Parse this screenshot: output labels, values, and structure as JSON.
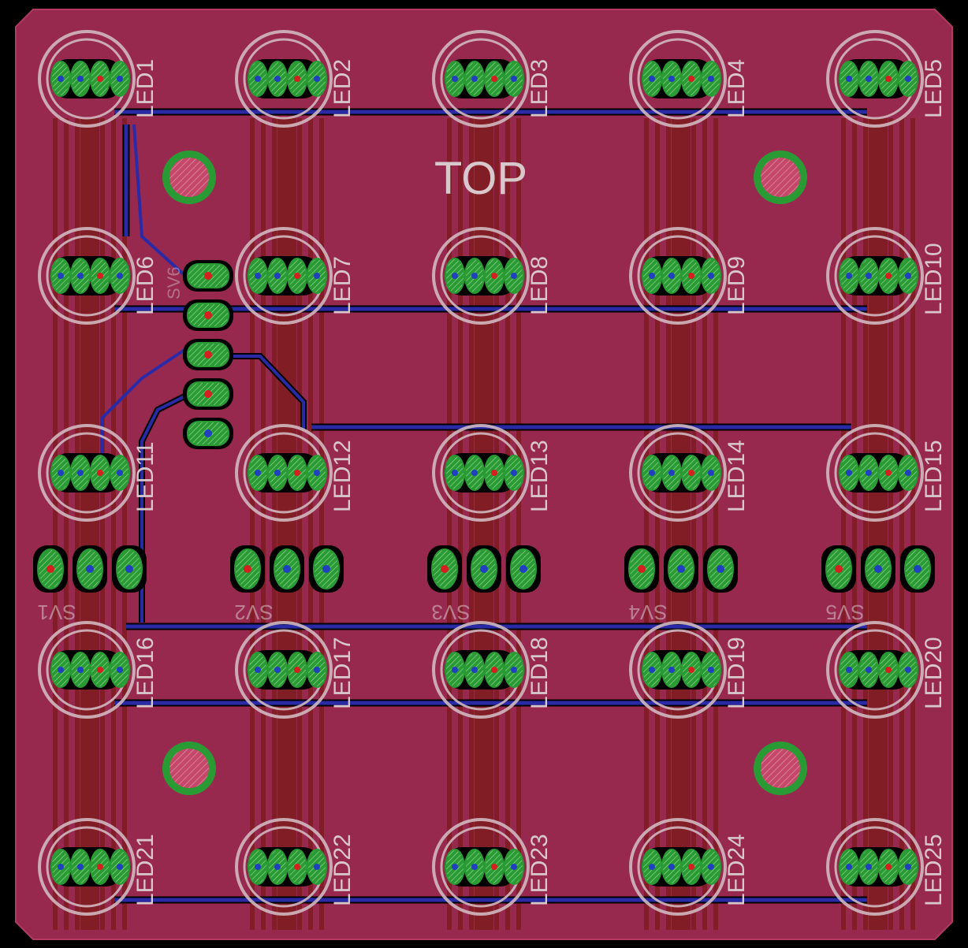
{
  "board": {
    "title": "TOP",
    "colors": {
      "background": "#000000",
      "board_fill": "#97294e",
      "bottom_copper": "#7d1b1f",
      "top_copper": "#2a2aa6",
      "pad": "#2a9a34",
      "pad_center_red": "#d42020",
      "pad_center_blue": "#2040c0",
      "silkscreen": "#d0b8c0"
    }
  },
  "leds": [
    {
      "label": "LED1"
    },
    {
      "label": "LED2"
    },
    {
      "label": "LED3"
    },
    {
      "label": "LED4"
    },
    {
      "label": "LED5"
    },
    {
      "label": "LED6"
    },
    {
      "label": "LED7"
    },
    {
      "label": "LED8"
    },
    {
      "label": "LED9"
    },
    {
      "label": "LED10"
    },
    {
      "label": "LED11"
    },
    {
      "label": "LED12"
    },
    {
      "label": "LED13"
    },
    {
      "label": "LED14"
    },
    {
      "label": "LED15"
    },
    {
      "label": "LED16"
    },
    {
      "label": "LED17"
    },
    {
      "label": "LED18"
    },
    {
      "label": "LED19"
    },
    {
      "label": "LED20"
    },
    {
      "label": "LED21"
    },
    {
      "label": "LED22"
    },
    {
      "label": "LED23"
    },
    {
      "label": "LED24"
    },
    {
      "label": "LED25"
    }
  ],
  "headers": [
    {
      "label": "SV1"
    },
    {
      "label": "SV2"
    },
    {
      "label": "SV3"
    },
    {
      "label": "SV4"
    },
    {
      "label": "SV5"
    }
  ],
  "main_header": {
    "label": "SV6"
  }
}
